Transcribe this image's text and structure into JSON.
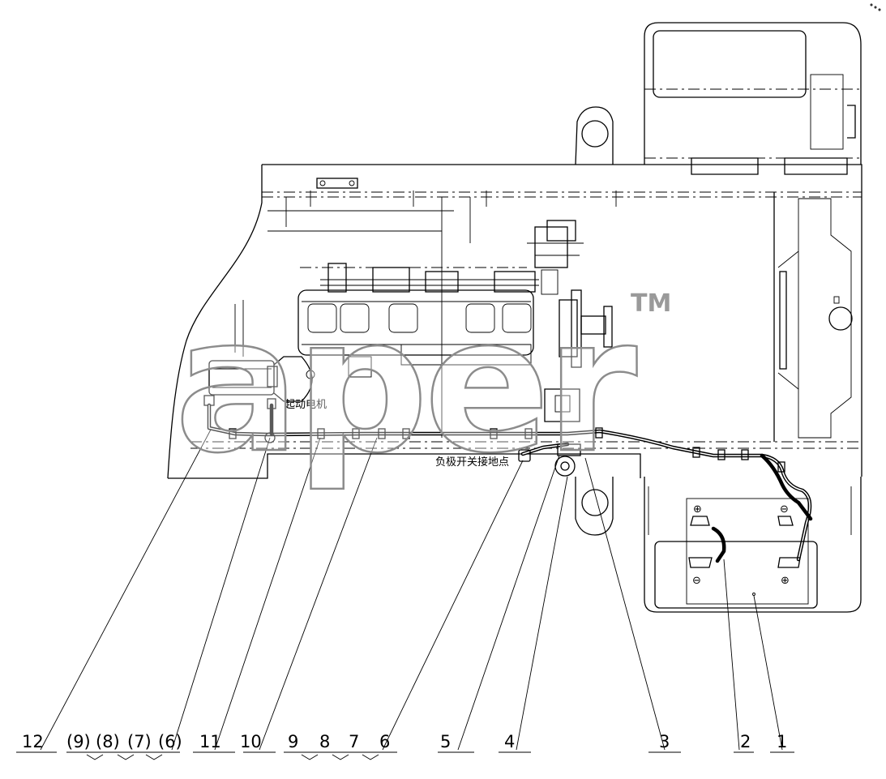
{
  "labels": {
    "starter_motor": "起动电机",
    "negative_switch_ground": "负极开关接地点"
  },
  "callouts": [
    "12",
    "(9)",
    "(8)",
    "(7)",
    "(6)",
    "11",
    "10",
    "9",
    "8",
    "7",
    "6",
    "5",
    "4",
    "3",
    "2",
    "1"
  ],
  "battery_terminals": {
    "positive": "⊕",
    "negative": "⊖"
  },
  "watermark": {
    "text": "aper",
    "trademark": "TM"
  }
}
